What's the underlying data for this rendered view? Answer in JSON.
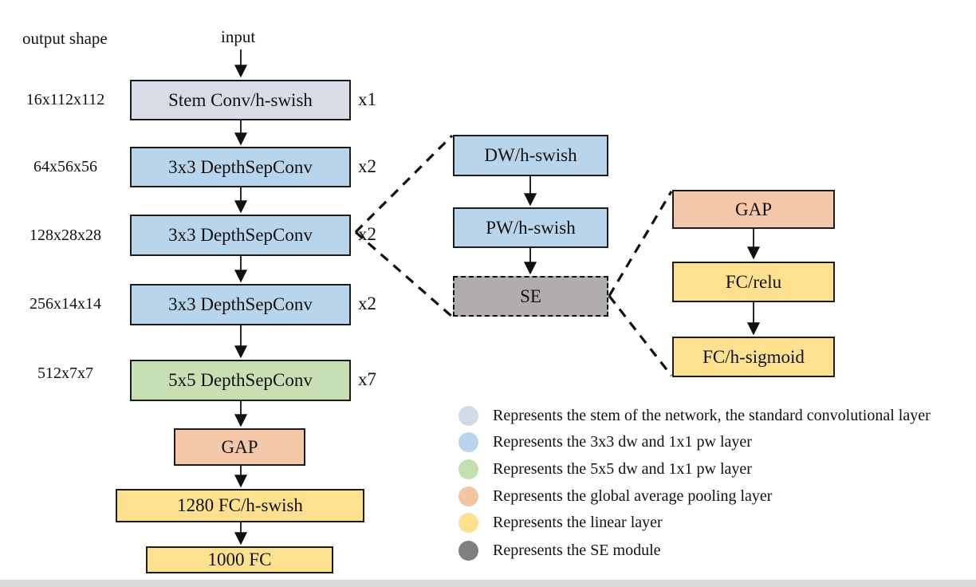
{
  "labels": {
    "output_shape": "output shape",
    "input": "input"
  },
  "network": {
    "stages": [
      {
        "shape": "16x112x112",
        "label": "Stem Conv/h-swish",
        "repeat": "x1",
        "fill": "#d8dce6"
      },
      {
        "shape": "64x56x56",
        "label": "3x3 DepthSepConv",
        "repeat": "x2",
        "fill": "#b9d5ec"
      },
      {
        "shape": "128x28x28",
        "label": "3x3 DepthSepConv",
        "repeat": "x2",
        "fill": "#b9d5ec"
      },
      {
        "shape": "256x14x14",
        "label": "3x3 DepthSepConv",
        "repeat": "x2",
        "fill": "#b9d5ec"
      },
      {
        "shape": "512x7x7",
        "label": "5x5 DepthSepConv",
        "repeat": "x7",
        "fill": "#c6e0b4"
      }
    ],
    "tail": [
      {
        "label": "GAP",
        "fill": "#f5c7a9"
      },
      {
        "label": "1280 FC/h-swish",
        "fill": "#fde18f"
      },
      {
        "label": "1000 FC",
        "fill": "#fde18f"
      }
    ]
  },
  "depthsepconv_detail": {
    "blocks": [
      {
        "label": "DW/h-swish",
        "fill": "#b9d5ec"
      },
      {
        "label": "PW/h-swish",
        "fill": "#b9d5ec"
      },
      {
        "label": "SE",
        "fill": "#b1adac"
      }
    ]
  },
  "se_detail": {
    "blocks": [
      {
        "label": "GAP",
        "fill": "#f5c7a9"
      },
      {
        "label": "FC/relu",
        "fill": "#fde18f"
      },
      {
        "label": "FC/h-sigmoid",
        "fill": "#fde18f"
      }
    ]
  },
  "legend": {
    "items": [
      {
        "color": "#d3d9e5",
        "text": "Represents the stem of the network, the standard convolutional layer"
      },
      {
        "color": "#b9d4ec",
        "text": "Represents the 3x3 dw and 1x1 pw layer"
      },
      {
        "color": "#c3e0ae",
        "text": "Represents the 5x5 dw and 1x1 pw layer"
      },
      {
        "color": "#f5c4a2",
        "text": "Represents the global average pooling layer"
      },
      {
        "color": "#fde18f",
        "text": "Represents the linear layer"
      },
      {
        "color": "#7f7f7f",
        "text": "Represents the SE module"
      }
    ]
  }
}
